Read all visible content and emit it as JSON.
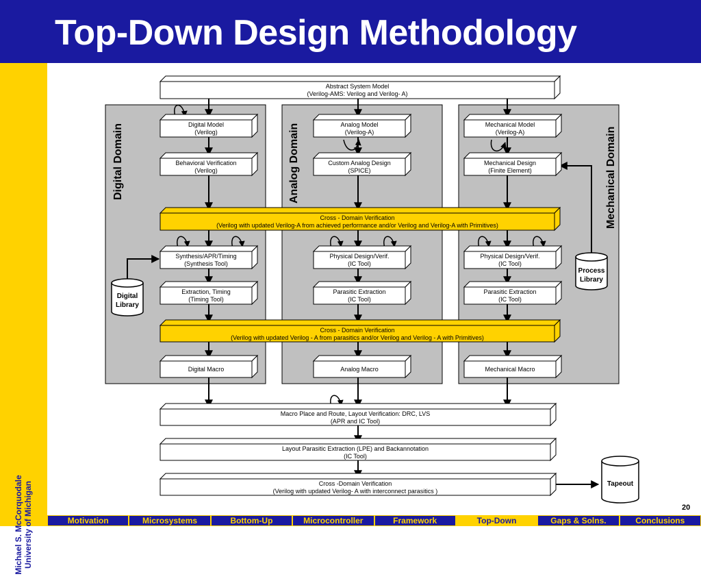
{
  "title": "Top-Down Design Methodology",
  "author": {
    "name": "Michael S. McCorquodale",
    "affiliation": "University of Michigan"
  },
  "page_number": "20",
  "colors": {
    "title_bar": "#1a1aa0",
    "side_bar": "#ffd200",
    "highlight": "#ffd200",
    "domain_panel": "#c0c0c0"
  },
  "domains": {
    "digital": "Digital Domain",
    "analog": "Analog Domain",
    "mechanical": "Mechanical Domain"
  },
  "boxes": {
    "abstract": {
      "l1": "Abstract System Model",
      "l2": "(Verilog-AMS: Verilog and Verilog- A)"
    },
    "digital_model": {
      "l1": "Digital Model",
      "l2": "(Verilog)"
    },
    "analog_model": {
      "l1": "Analog Model",
      "l2": "(Verilog-A)"
    },
    "mech_model": {
      "l1": "Mechanical Model",
      "l2": "(Verilog-A)"
    },
    "behavioral": {
      "l1": "Behavioral Verification",
      "l2": "(Verilog)"
    },
    "custom_analog": {
      "l1": "Custom Analog Design",
      "l2": "(SPICE)"
    },
    "mech_design": {
      "l1": "Mechanical Design",
      "l2": "(Finite Element)"
    },
    "cross1": {
      "l1": "Cross - Domain Verification",
      "l2": "(Verilog with updated Verilog-A from achieved performance and/or Verilog and Verilog-A with Primitives)"
    },
    "synthesis": {
      "l1": "Synthesis/APR/Timing",
      "l2": "(Synthesis Tool)"
    },
    "phys_analog": {
      "l1": "Physical Design/Verif.",
      "l2": "(IC Tool)"
    },
    "phys_mech": {
      "l1": "Physical Design/Verif.",
      "l2": "(IC Tool)"
    },
    "extraction": {
      "l1": "Extraction, Timing",
      "l2": "(Timing Tool)"
    },
    "parasitic_analog": {
      "l1": "Parasitic Extraction",
      "l2": "(IC Tool)"
    },
    "parasitic_mech": {
      "l1": "Parasitic Extraction",
      "l2": "(IC Tool)"
    },
    "cross2": {
      "l1": "Cross - Domain Verification",
      "l2": "(Verilog with updated Verilog - A from parasitics and/or Verilog and Verilog - A with Primitives)"
    },
    "digital_macro": {
      "l1": "Digital Macro"
    },
    "analog_macro": {
      "l1": "Analog Macro"
    },
    "mech_macro": {
      "l1": "Mechanical Macro"
    },
    "macro_place": {
      "l1": "Macro Place and Route, Layout Verification: DRC, LVS",
      "l2": "(APR and IC Tool)"
    },
    "layout_parasitic": {
      "l1": "Layout Parasitic Extraction (LPE) and Backannotation",
      "l2": "(IC Tool)"
    },
    "cross3": {
      "l1": "Cross -Domain Verification",
      "l2": "(Verilog with updated Verilog- A with interconnect parasitics )"
    }
  },
  "libraries": {
    "digital": {
      "l1": "Digital",
      "l2": "Library"
    },
    "process": {
      "l1": "Process",
      "l2": "Library"
    },
    "tapeout": {
      "l1": "Tapeout"
    }
  },
  "nav": [
    "Motivation",
    "Microsystems",
    "Bottom-Up",
    "Microcontroller",
    "Framework",
    "Top-Down",
    "Gaps & Solns.",
    "Conclusions"
  ],
  "nav_active": "Top-Down"
}
